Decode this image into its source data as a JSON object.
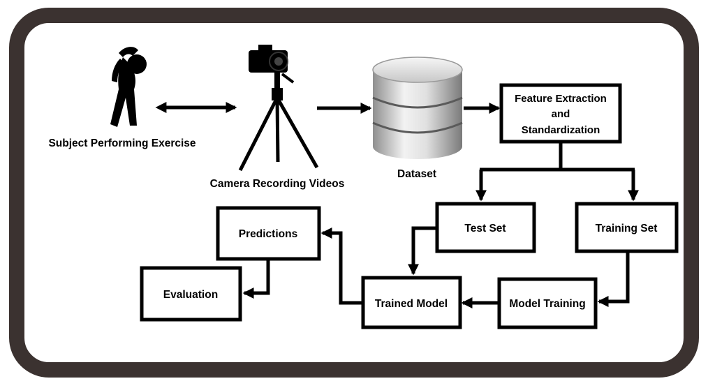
{
  "colors": {
    "frame": "#3b3230",
    "ink": "#000000",
    "paper": "#ffffff",
    "database_light": "#e6e6e6",
    "database_dark": "#8f8f8f"
  },
  "icons": {
    "subject": "person-stretching-icon",
    "camera": "camera-on-tripod-icon",
    "dataset": "database-cylinder-icon"
  },
  "labels": {
    "subject": "Subject Performing Exercise",
    "camera": "Camera Recording Videos",
    "dataset": "Dataset"
  },
  "boxes": {
    "feature_extraction": [
      "Feature Extraction",
      "and",
      "Standardization"
    ],
    "test_set": "Test Set",
    "training_set": "Training Set",
    "predictions": "Predictions",
    "evaluation": "Evaluation",
    "trained_model": "Trained Model",
    "model_training": "Model Training"
  }
}
